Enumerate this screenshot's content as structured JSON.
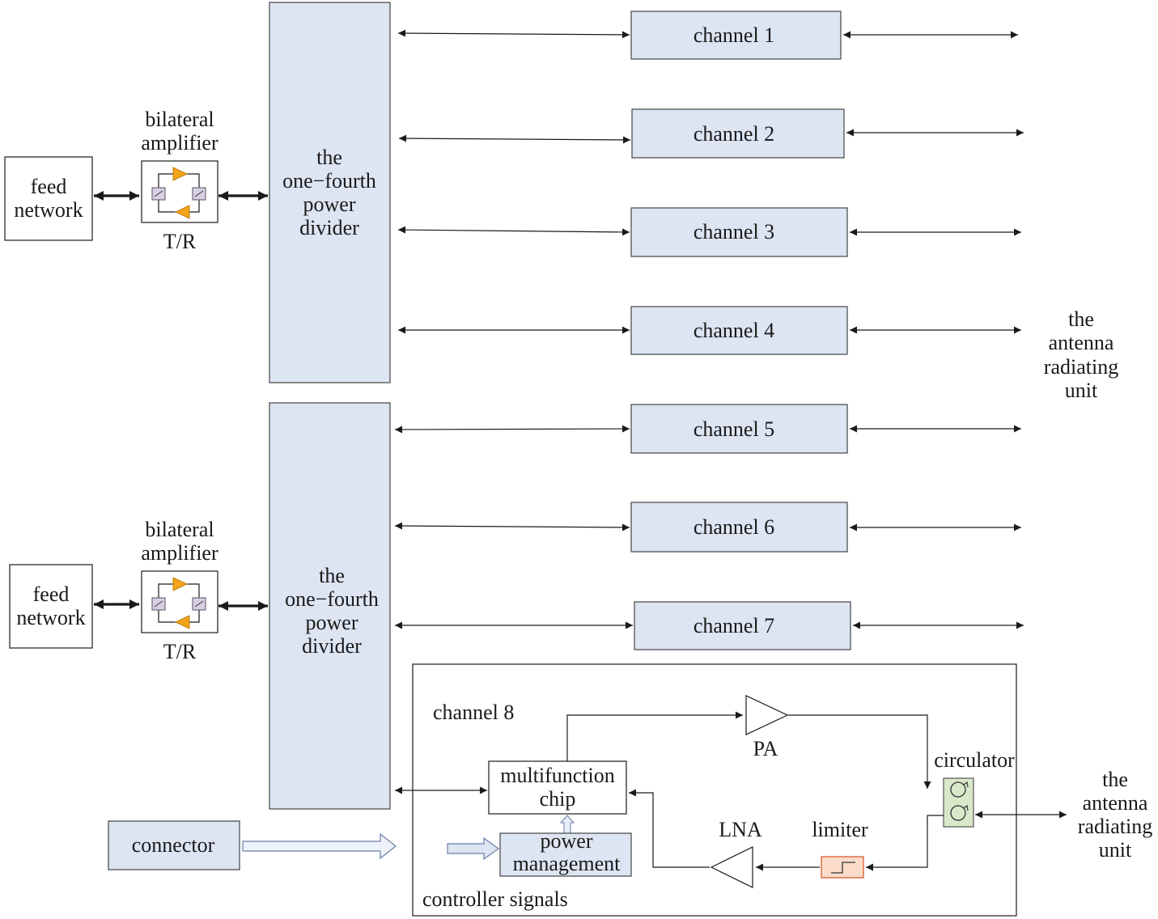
{
  "colors": {
    "block_fill": "#dde4f2",
    "block_stroke": "#444444",
    "amp_triangle": "#f2a31a",
    "switch_fill": "#d8cfe6",
    "limiter_fill": "#fbdccb",
    "limiter_stroke": "#d4501e",
    "circulator_fill": "#d8e8c9",
    "line": "#1a1a1a"
  },
  "top_group": {
    "feed_network": [
      "feed",
      "network"
    ],
    "amplifier_label": [
      "bilateral",
      "amplifier"
    ],
    "tr_label": "T/R",
    "divider": [
      "the",
      "one−fourth",
      "power",
      "divider"
    ]
  },
  "bottom_group": {
    "feed_network": [
      "feed",
      "network"
    ],
    "amplifier_label": [
      "bilateral",
      "amplifier"
    ],
    "tr_label": "T/R",
    "divider": [
      "the",
      "one−fourth",
      "power",
      "divider"
    ]
  },
  "channels": [
    "channel 1",
    "channel 2",
    "channel 3",
    "channel 4",
    "channel 5",
    "channel 6",
    "channel 7"
  ],
  "antenna_label_top": [
    "the",
    "antenna",
    "radiating",
    "unit"
  ],
  "antenna_label_bottom": [
    "the",
    "antenna",
    "radiating",
    "unit"
  ],
  "channel8": {
    "title": "channel 8",
    "multifunction_chip": [
      "multifunction",
      "chip"
    ],
    "power_management": [
      "power",
      "management"
    ],
    "pa": "PA",
    "lna": "LNA",
    "limiter": "limiter",
    "circulator": "circulator",
    "controller_signals": "controller signals"
  },
  "connector": "connector"
}
